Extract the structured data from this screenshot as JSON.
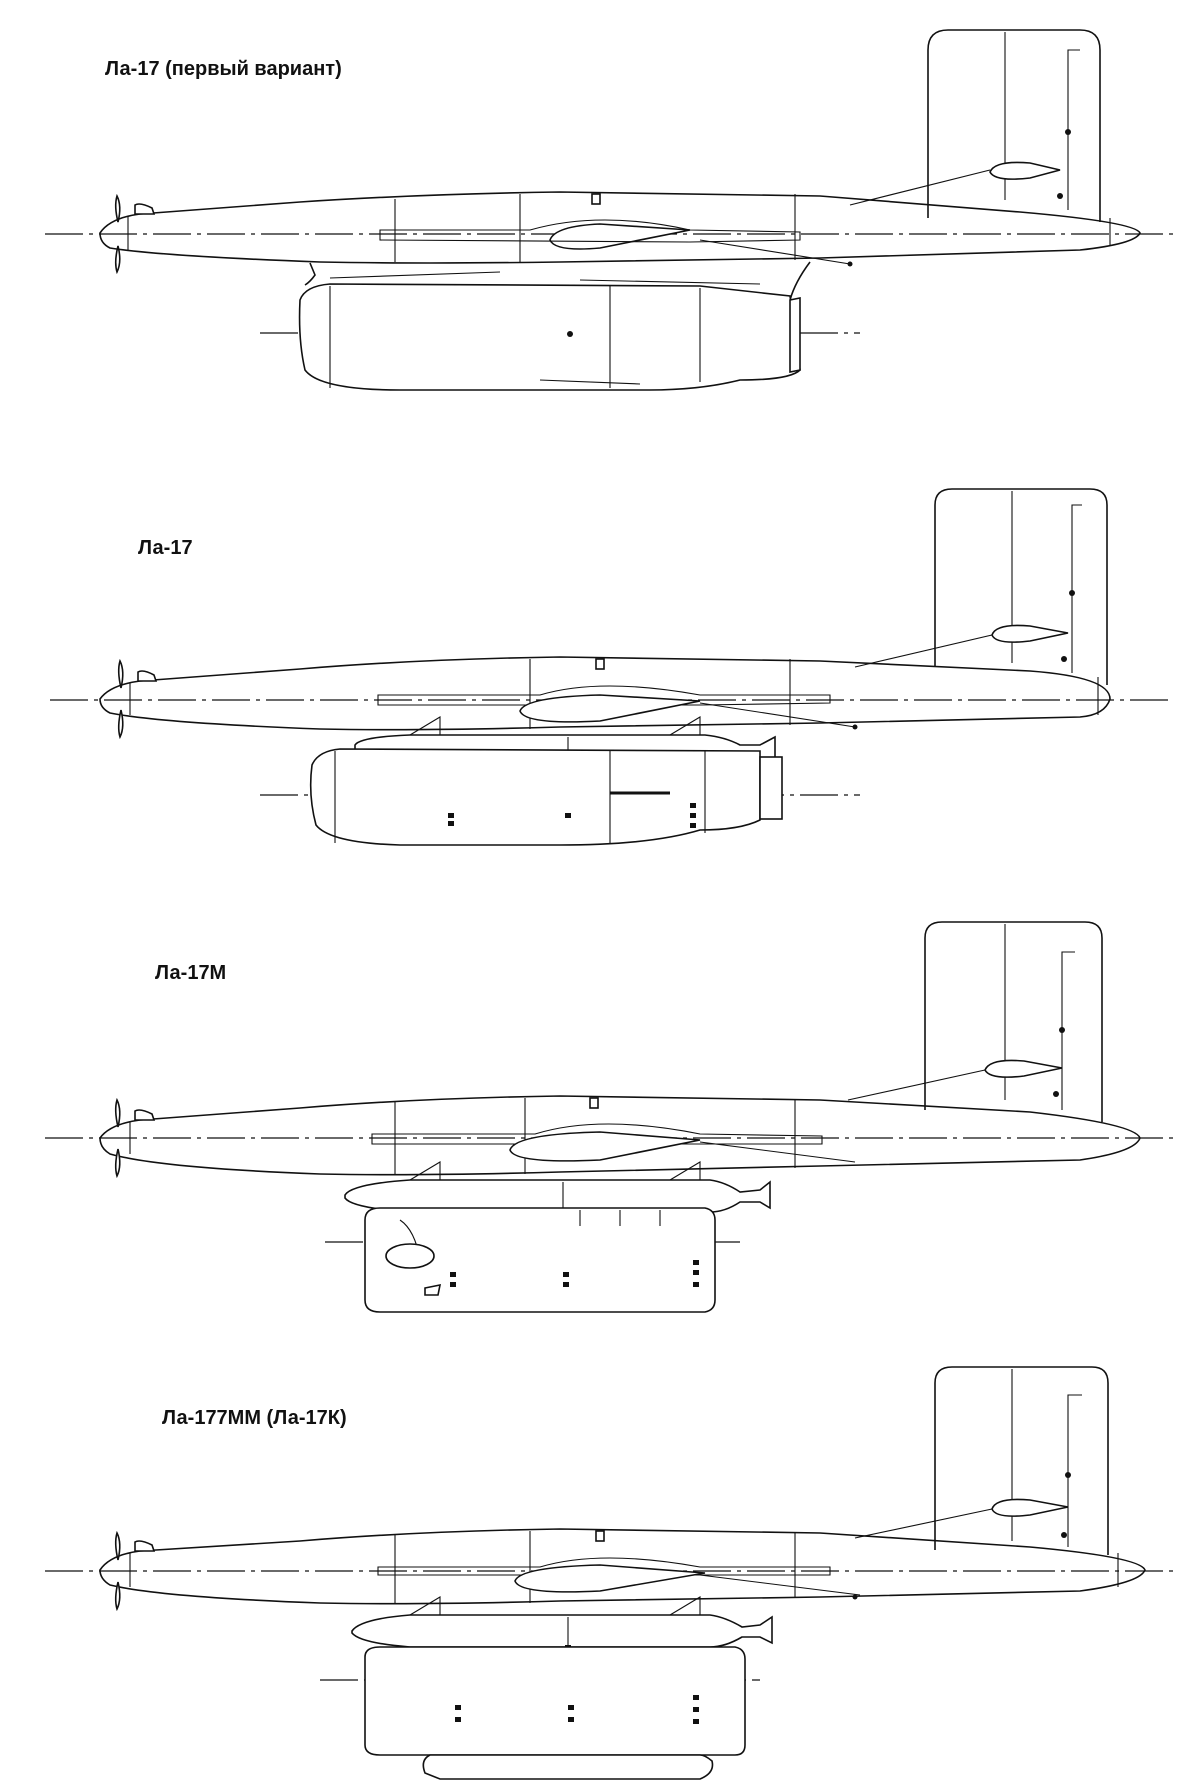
{
  "figure": {
    "variants": [
      {
        "id": "v1",
        "label": "Ла-17 (первый вариант)"
      },
      {
        "id": "v2",
        "label": "Ла-17"
      },
      {
        "id": "v3",
        "label": "Ла-17М"
      },
      {
        "id": "v4",
        "label": "Ла-177ММ (Ла-17К)"
      }
    ]
  }
}
